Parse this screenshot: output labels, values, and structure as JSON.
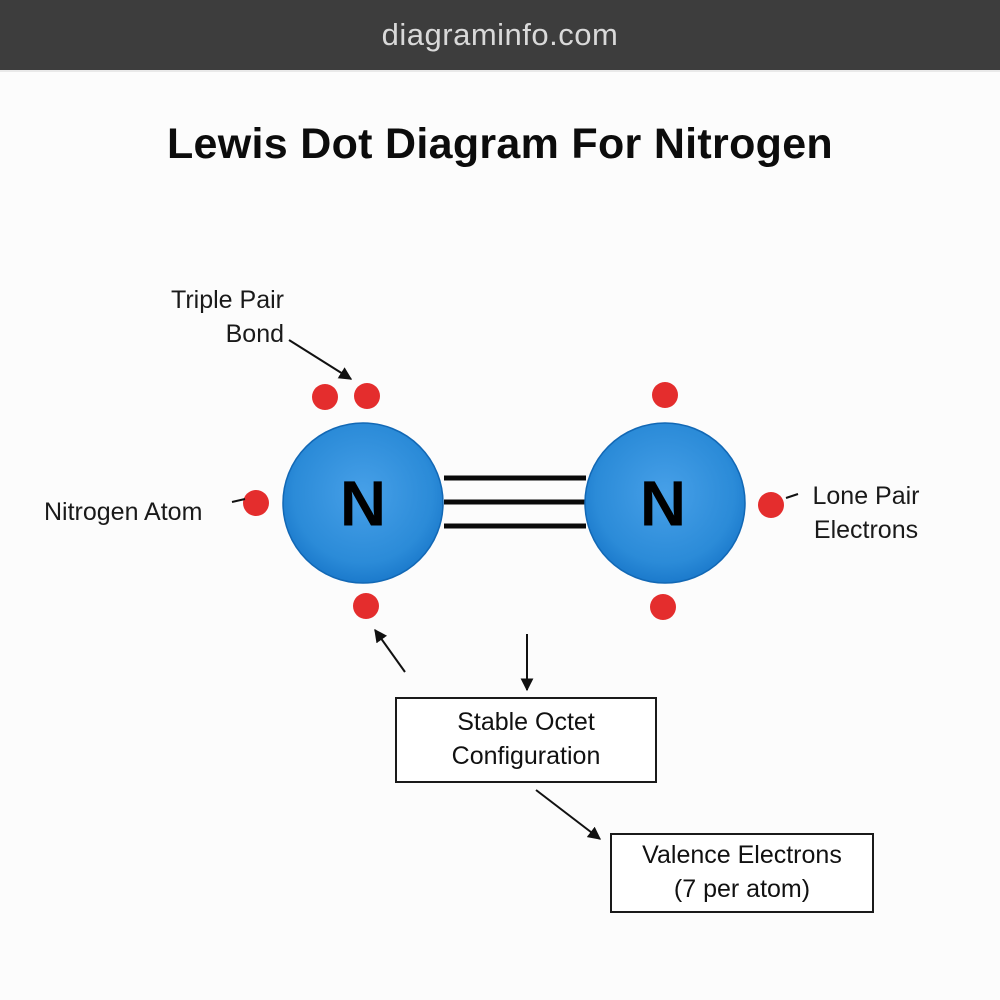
{
  "header": {
    "site": "diagraminfo.com"
  },
  "title": "Lewis Dot Diagram For Nitrogen",
  "atoms": {
    "left_symbol": "N",
    "right_symbol": "N"
  },
  "labels": {
    "triple_bond_line1": "Triple Pair",
    "triple_bond_line2": "Bond",
    "nitrogen_atom": "Nitrogen Atom",
    "lone_pair_line1": "Lone Pair",
    "lone_pair_line2": "Electrons",
    "stable_octet_line1": "Stable Octet",
    "stable_octet_line2": "Configuration",
    "valence_line1": "Valence Electrons",
    "valence_line2": "(7 per atom)"
  },
  "colors": {
    "banner_bg": "#3d3d3d",
    "banner_text": "#d9d9d9",
    "atom_center": "#47a0e8",
    "atom_mid": "#2b8bd8",
    "atom_edge": "#1472c6",
    "electron_red": "#e42d2d",
    "line_black": "#111111"
  }
}
